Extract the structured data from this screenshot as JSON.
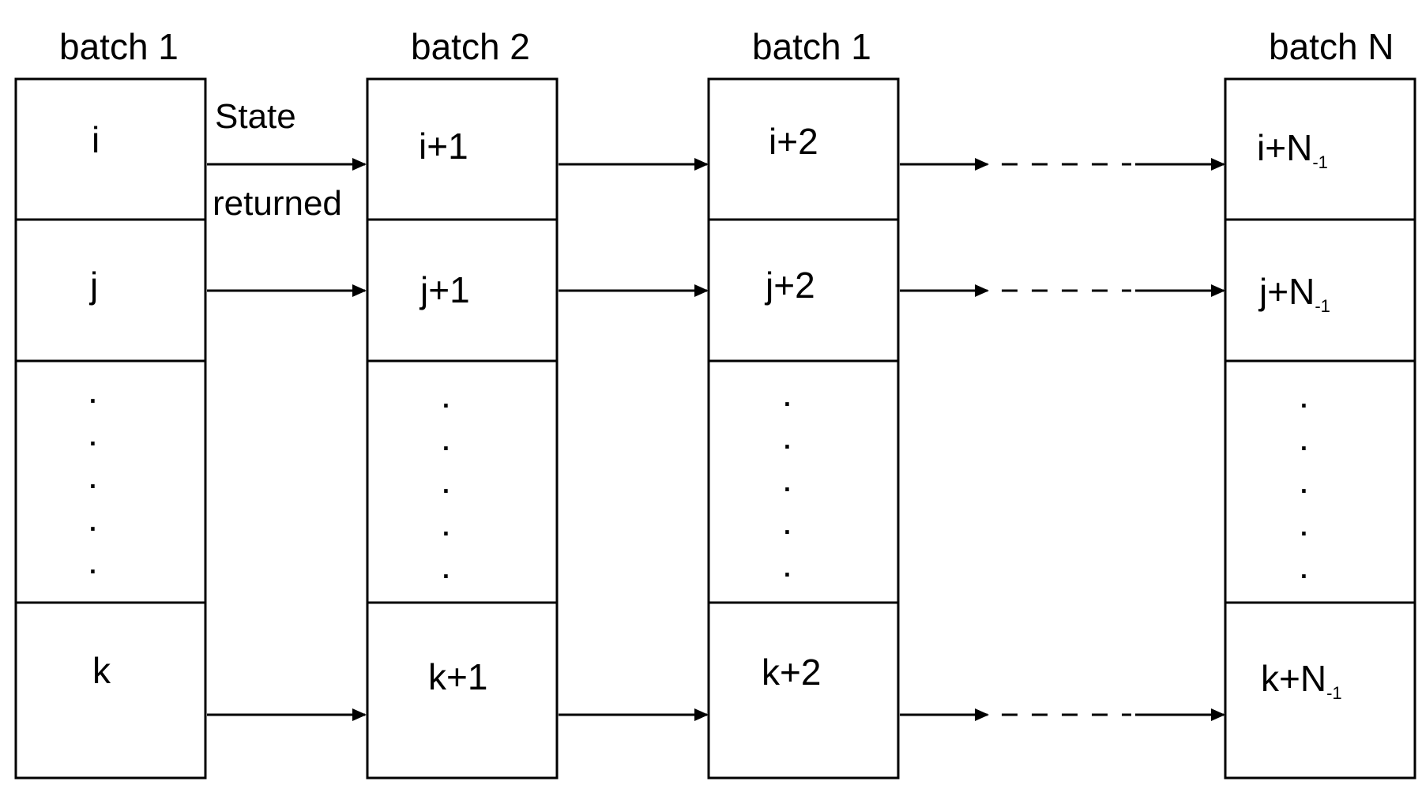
{
  "columns": [
    {
      "header": "batch 1",
      "rows": {
        "r1": "i",
        "r2": "j",
        "r4": "k"
      }
    },
    {
      "header": "batch 2",
      "rows": {
        "r1": "i+1",
        "r2": "j+1",
        "r4": "k+1"
      }
    },
    {
      "header": "batch 1",
      "rows": {
        "r1": "i+2",
        "r2": "j+2",
        "r4": "k+2"
      }
    },
    {
      "header": "batch N",
      "rows": {
        "r1": {
          "base": "i+N",
          "sub": "-1"
        },
        "r2": {
          "base": "j+N",
          "sub": "-1"
        },
        "r4": {
          "base": "k+N",
          "sub": "-1"
        }
      }
    }
  ],
  "arrow_label": {
    "line1": "State",
    "line2": "returned"
  },
  "ellipsis_dot": "."
}
